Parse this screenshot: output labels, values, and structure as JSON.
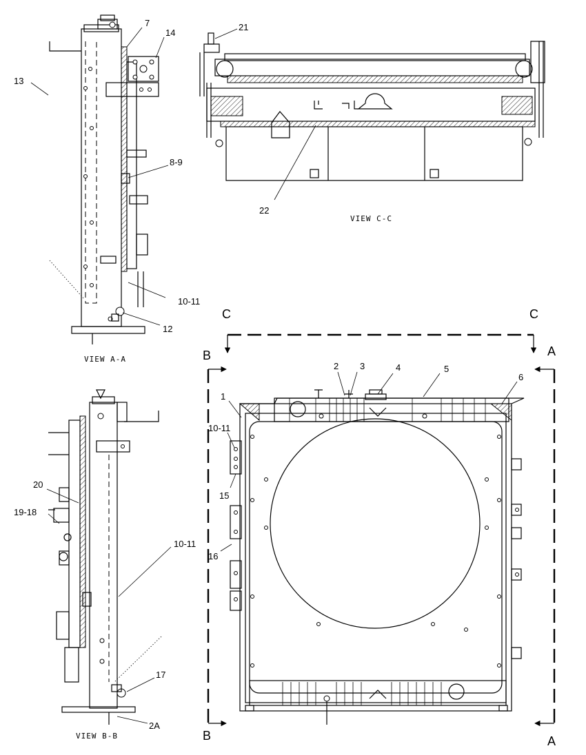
{
  "views": {
    "aa": "VIEW  A-A",
    "bb": "VIEW  B-B",
    "cc": "VIEW  C-C"
  },
  "section_marks": {
    "c_left": "C",
    "c_right": "C",
    "b_top": "B",
    "b_bottom": "B",
    "a_top": "A",
    "a_bottom": "A"
  },
  "callouts": {
    "c1": "1",
    "c2": "2",
    "c2a": "2A",
    "c3": "3",
    "c4": "4",
    "c5": "5",
    "c6": "6",
    "c7": "7",
    "c8_9": "8-9",
    "c10_11_aa": "10-11",
    "c10_11_bb": "10-11",
    "c10_11_front": "10-11",
    "c12": "12",
    "c13": "13",
    "c14": "14",
    "c15": "15",
    "c16": "16",
    "c17": "17",
    "c19_18": "19-18",
    "c20": "20",
    "c21": "21",
    "c22": "22"
  }
}
